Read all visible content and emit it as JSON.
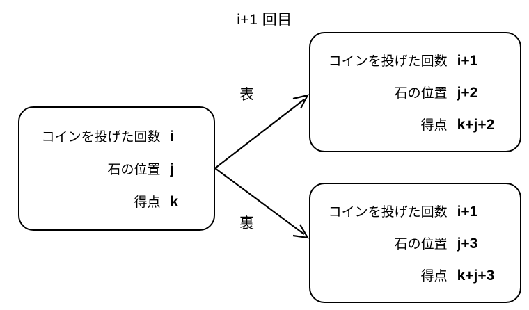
{
  "diagram": {
    "title": "i+1 回目",
    "type": "state-transition-tree",
    "parent_node": {
      "name": "current-state",
      "rows": [
        {
          "label": "コインを投げた回数",
          "value": "i"
        },
        {
          "label": "石の位置",
          "value": "j"
        },
        {
          "label": "得点",
          "value": "k"
        }
      ]
    },
    "branches": [
      {
        "name": "heads",
        "edge_label": "表",
        "node": {
          "rows": [
            {
              "label": "コインを投げた回数",
              "value": "i+1"
            },
            {
              "label": "石の位置",
              "value": "j+2"
            },
            {
              "label": "得点",
              "value": "k+j+2"
            }
          ]
        }
      },
      {
        "name": "tails",
        "edge_label": "裏",
        "node": {
          "rows": [
            {
              "label": "コインを投げた回数",
              "value": "i+1"
            },
            {
              "label": "石の位置",
              "value": "j+3"
            },
            {
              "label": "得点",
              "value": "k+j+3"
            }
          ]
        }
      }
    ],
    "colors": {
      "stroke": "#000000",
      "background": "#ffffff",
      "text": "#000000"
    }
  }
}
